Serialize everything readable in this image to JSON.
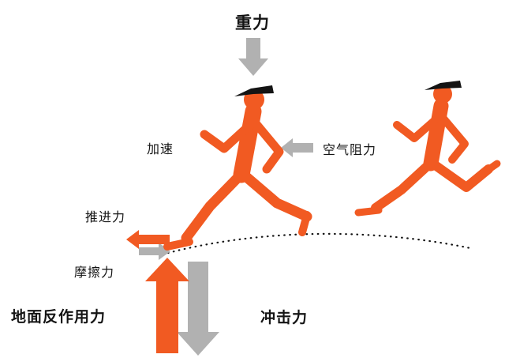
{
  "diagram": {
    "type": "physics-forces-on-runner",
    "labels": {
      "gravity": "重力",
      "acceleration": "加速",
      "air_resistance": "空气阻力",
      "propulsion": "推进力",
      "friction": "摩擦力",
      "ground_reaction": "地面反作用力",
      "impact": "冲击力"
    },
    "arrows": {
      "gravity": {
        "direction": "down",
        "color": "gray",
        "size": "medium"
      },
      "air_resistance": {
        "direction": "left",
        "color": "gray",
        "size": "small"
      },
      "propulsion": {
        "direction": "left",
        "color": "orange",
        "size": "small"
      },
      "friction": {
        "direction": "right",
        "color": "gray",
        "size": "small"
      },
      "ground_reaction": {
        "direction": "up",
        "color": "orange",
        "size": "large"
      },
      "impact": {
        "direction": "down",
        "color": "gray",
        "size": "large"
      }
    },
    "figures": [
      "runner-main",
      "runner-background"
    ],
    "ground": "dotted-arc"
  },
  "colors": {
    "orange": "#F15A22",
    "gray": "#B1B1B1",
    "black": "#141414",
    "background": "#FFFFFF"
  }
}
